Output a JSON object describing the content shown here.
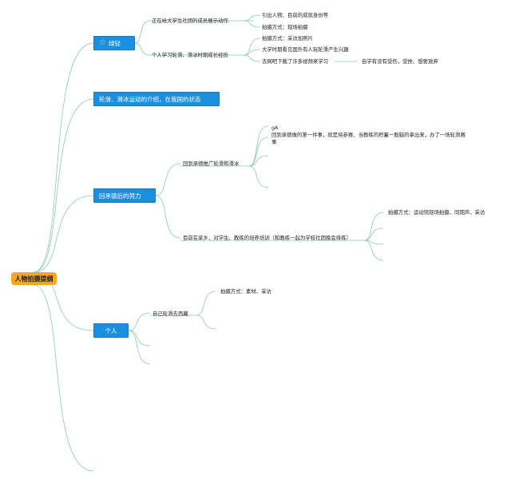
{
  "root": {
    "label": "人物拍摄提纲"
  },
  "branches": [
    {
      "label": "绿轻",
      "icon": "star-icon",
      "children": [
        {
          "label": "正在给大学生社团的成员展示动作",
          "children": [
            "引出人物、目前的成就身份等",
            "拍摄方式：现场拍摄"
          ]
        },
        {
          "label": "个人学习轮滑、滑冰时期成长经历",
          "children": [
            "拍摄方式：采访加照片",
            "大学时期看见国外有人玩轮滑产生兴趣",
            "去网吧下载了许多视频来学习"
          ],
          "note": "自学有没有受伤，受挫、想要放弃"
        }
      ]
    },
    {
      "label": "轮滑、滑冰运动的介绍，在我国的状态",
      "children": []
    },
    {
      "label": "回承德后的努力",
      "children": [
        {
          "label": "回到承德推广轮滑和滑冰",
          "children": [
            "gA",
            "回到承德做的第一件事，就是将参赛、当教练的积蓄一股脑的拿出来，办了一场轮滑赛事",
            "",
            ""
          ]
        },
        {
          "label": "目前在家乡、对学生、教练的培养培训（和教练一起为学校社团晚会排练）",
          "children": [
            "拍摄方式：运动馆现场拍摄、同期声、采访",
            "",
            "",
            ""
          ]
        }
      ]
    },
    {
      "label": "个人",
      "children": [
        {
          "label": "自己轮滑去西藏",
          "children": [
            "拍摄方式：素材、采访",
            ""
          ]
        },
        {
          "label": "",
          "children": []
        },
        {
          "label": "",
          "children": []
        }
      ]
    }
  ],
  "colors": {
    "root": "#f5a623",
    "main": "#1a8fe0",
    "line": "#8cc9b6"
  }
}
